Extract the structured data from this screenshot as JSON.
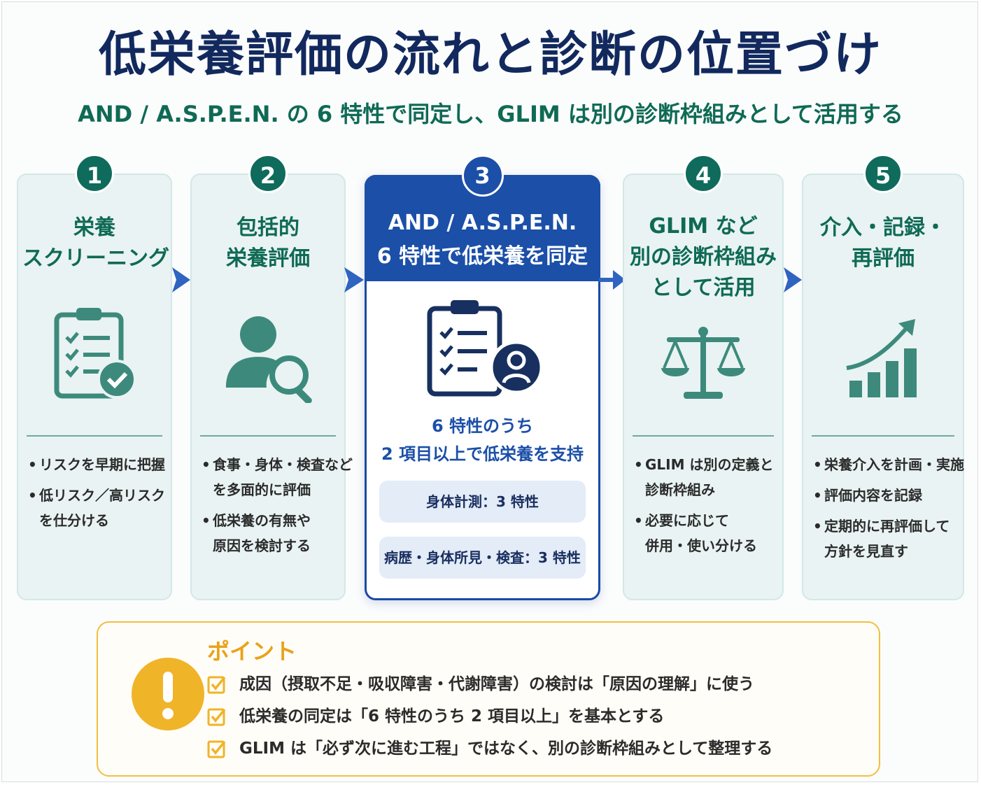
{
  "title": "低栄養評価の流れと診断の位置づけ",
  "subtitle": "AND / A.S.P.E.N. の 6 特性で同定し、GLIM は別の診断枠組みとして活用する",
  "steps": [
    {
      "number": "1",
      "title_lines": [
        "栄養",
        "スクリーニング"
      ],
      "icon": "clipboard-check-icon",
      "bullets": [
        [
          "リスクを早期に把握"
        ],
        [
          "低リスク／高リスク",
          "を仕分ける"
        ]
      ]
    },
    {
      "number": "2",
      "title_lines": [
        "包括的",
        "栄養評価"
      ],
      "icon": "person-search-icon",
      "bullets": [
        [
          "食事・身体・検査など",
          "を多面的に評価"
        ],
        [
          "低栄養の有無や",
          "原因を検討する"
        ]
      ]
    },
    {
      "number": "3",
      "title_lines": [
        "AND / A.S.P.E.N.",
        "6 特性で低栄養を同定"
      ],
      "icon": "clipboard-person-icon",
      "summary_lines": [
        "6 特性のうち",
        "2 項目以上で低栄養を支持"
      ],
      "pills": [
        "身体計測：3 特性",
        "病歴・身体所見・検査：3 特性"
      ]
    },
    {
      "number": "4",
      "title_lines": [
        "GLIM など",
        "別の診断枠組み",
        "として活用"
      ],
      "icon": "scales-icon",
      "bullets": [
        [
          "GLIM は別の定義と",
          "診断枠組み"
        ],
        [
          "必要に応じて",
          "併用・使い分ける"
        ]
      ]
    },
    {
      "number": "5",
      "title_lines": [
        "介入・記録・",
        "再評価"
      ],
      "icon": "growth-chart-icon",
      "bullets": [
        [
          "栄養介入を計画・実施"
        ],
        [
          "評価内容を記録"
        ],
        [
          "定期的に再評価して",
          "方針を見直す"
        ]
      ]
    }
  ],
  "point": {
    "title": "ポイント",
    "icon": "exclamation-icon",
    "items": [
      "成因（摂取不足・吸収障害・代謝障害）の検討は「原因の理解」に使う",
      "低栄養の同定は「6 特性のうち 2 項目以上」を基本とする",
      "GLIM は「必ず次に進む工程」ではなく、別の診断枠組みとして整理する"
    ]
  },
  "colors": {
    "navy": "#12295e",
    "teal": "#0f6b5b",
    "blue": "#1b4fa8",
    "amber": "#f0b429"
  }
}
